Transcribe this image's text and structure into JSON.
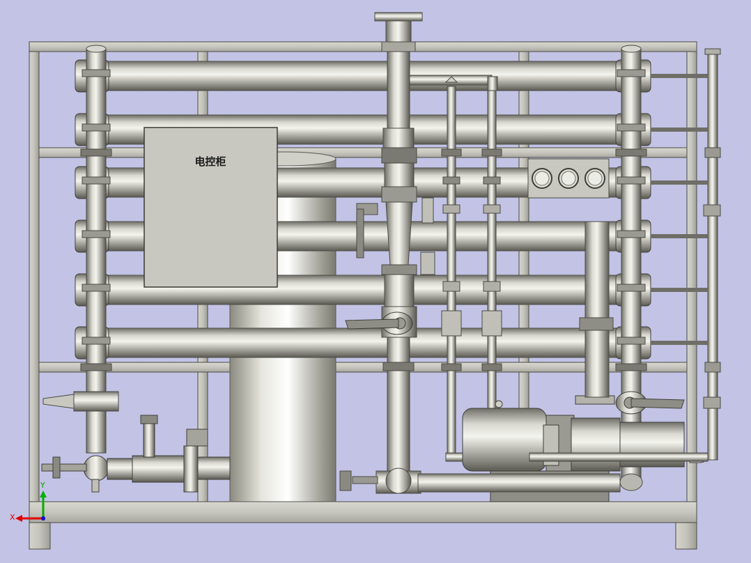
{
  "viewport": {
    "background": "#c3c3e6",
    "model": "reverse-osmosis-water-treatment-skid"
  },
  "control_cabinet": {
    "label": "电控柜"
  },
  "triad": {
    "x_label": "X",
    "y_label": "Y",
    "x_color": "#e00000",
    "y_color": "#00b000",
    "z_color": "#0000d0"
  },
  "gauges": {
    "count": 3
  },
  "membrane_housings": {
    "count": 6
  }
}
